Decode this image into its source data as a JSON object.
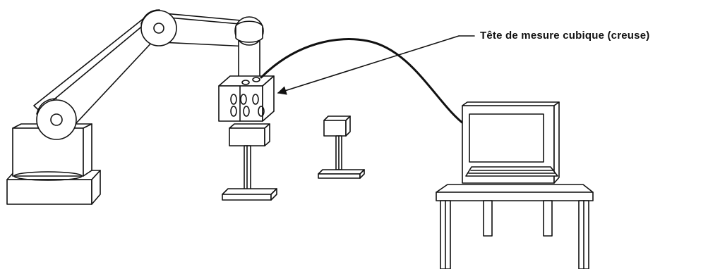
{
  "diagram": {
    "callout_label": "Tête de mesure cubique (creuse)",
    "ink_color": "#111111",
    "background_color": "#ffffff",
    "components": [
      {
        "name": "robot-arm",
        "parts": [
          "base",
          "lower-arm",
          "upper-arm",
          "wrist"
        ]
      },
      {
        "name": "cubic-measuring-head",
        "faces_holes": 8
      },
      {
        "name": "calibration-stand"
      },
      {
        "name": "calibration-stand"
      },
      {
        "name": "computer-terminal",
        "parts": [
          "monitor",
          "keyboard",
          "desk"
        ]
      },
      {
        "name": "cable"
      }
    ]
  }
}
